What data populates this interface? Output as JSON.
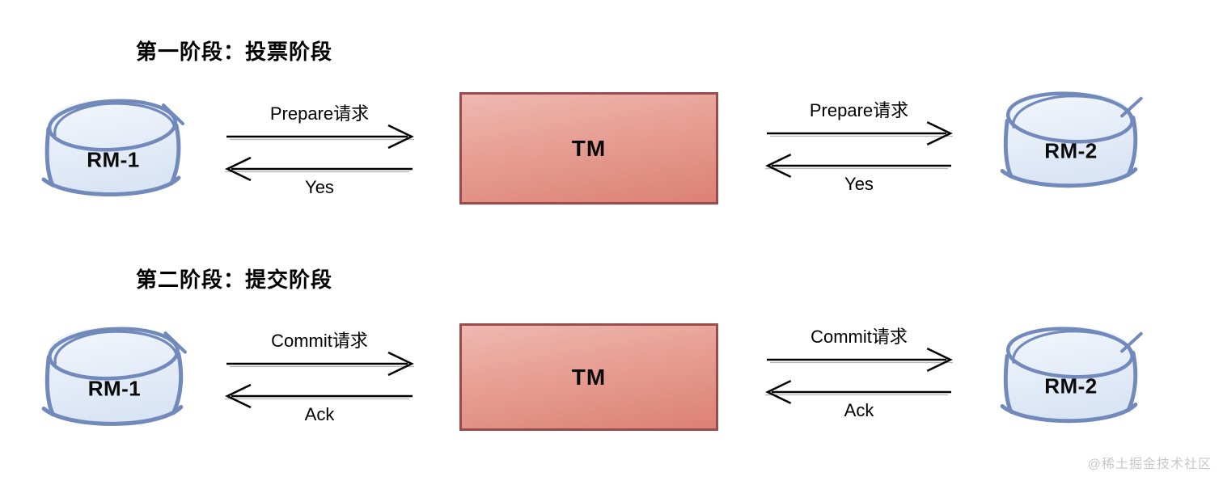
{
  "watermark": "@稀土掘金技术社区",
  "phase1": {
    "title": "第一阶段：投票阶段",
    "left_node": "RM-1",
    "coordinator": "TM",
    "right_node": "RM-2",
    "left": {
      "request": "Prepare请求",
      "reply": "Yes"
    },
    "right": {
      "request": "Prepare请求",
      "reply": "Yes"
    }
  },
  "phase2": {
    "title": "第二阶段：提交阶段",
    "left_node": "RM-1",
    "coordinator": "TM",
    "right_node": "RM-2",
    "left": {
      "request": "Commit请求",
      "reply": "Ack"
    },
    "right": {
      "request": "Commit请求",
      "reply": "Ack"
    }
  },
  "colors": {
    "tm_border": "#9a4b4b",
    "tm_fill_top": "#eeb9b1",
    "tm_fill_bottom": "#dc8174",
    "cyl_stroke": "#7289bc",
    "cyl_fill_top": "#f3f7fc",
    "cyl_fill_bottom": "#d9e4f4",
    "arrow": "#000000",
    "arrow_echo": "#b5b5b5",
    "watermark": "#c8c8c8"
  }
}
